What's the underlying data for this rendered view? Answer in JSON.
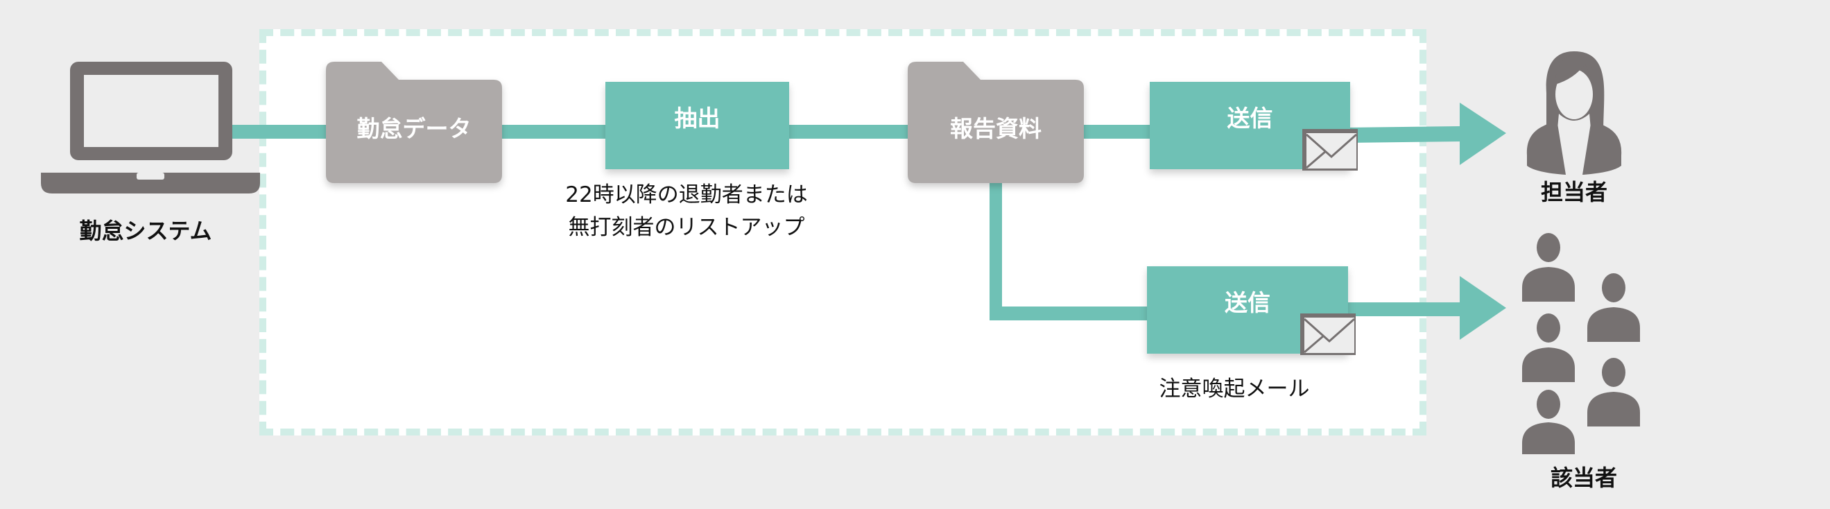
{
  "colors": {
    "accent": "#6fc1b5",
    "folder": "#aeaaa9",
    "icon": "#767171",
    "frame": "#d0ede6",
    "background": "#ededed"
  },
  "source": {
    "label": "勤怠システム",
    "icon": "laptop-icon"
  },
  "nodes": {
    "attendance_data": "勤怠データ",
    "extract": "抽出",
    "extract_caption_line1": "22時以降の退勤者または",
    "extract_caption_line2": "無打刻者のリストアップ",
    "report": "報告資料",
    "send1": "送信",
    "send2": "送信",
    "send2_caption": "注意喚起メール"
  },
  "targets": {
    "person_in_charge": "担当者",
    "relevant_people": "該当者"
  }
}
